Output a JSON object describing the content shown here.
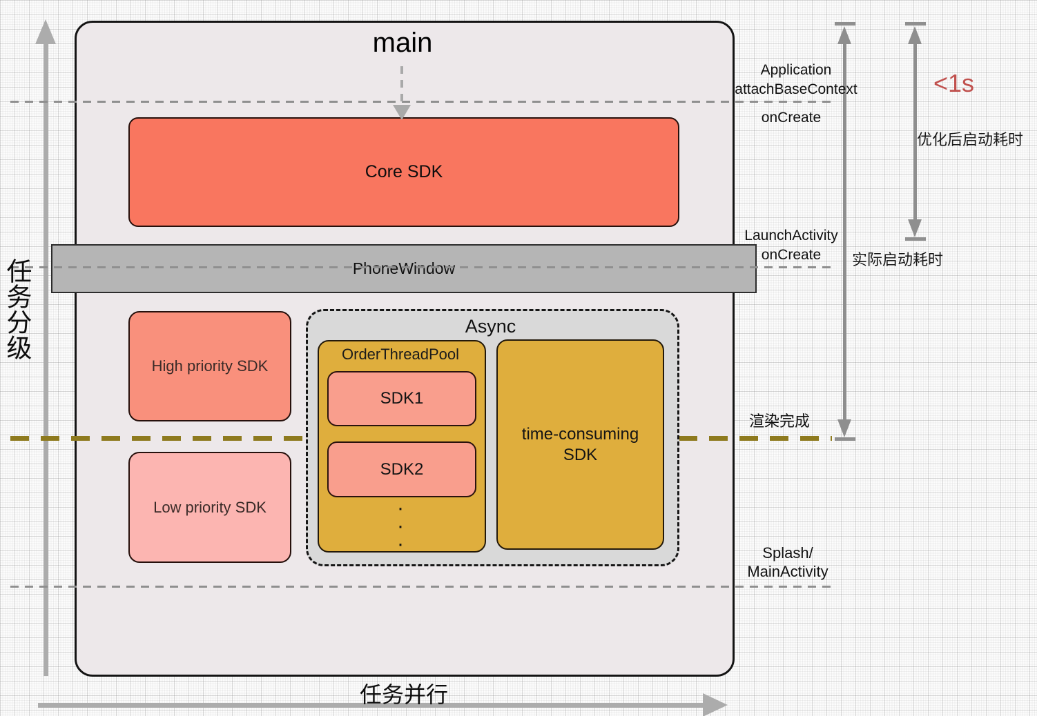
{
  "diagram": {
    "main_label": "main",
    "core_sdk": "Core SDK",
    "phone_window": "PhoneWindow",
    "high_priority_sdk": "High priority SDK",
    "low_priority_sdk": "Low priority SDK",
    "async_group": "Async",
    "order_thread_pool": "OrderThreadPool",
    "sdk1": "SDK1",
    "sdk2": "SDK2",
    "ellipsis": "·\n·\n·",
    "time_consuming_sdk": "time-consuming SDK"
  },
  "timeline": {
    "application": "Application",
    "attach_base_context": "attachBaseContext",
    "on_create_first": "onCreate",
    "launch_activity": "LaunchActivity",
    "on_create_second": "onCreate",
    "render_done": "渲染完成",
    "splash": "Splash/",
    "main_activity": "MainActivity"
  },
  "metrics": {
    "under_one_second": "<1s",
    "optimized_startup_time": "优化后启动耗时",
    "actual_startup_time": "实际启动耗时"
  },
  "axes": {
    "vertical_label": "任务分级",
    "horizontal_label": "任务并行"
  },
  "colors": {
    "core_sdk": "#F9765F",
    "high_priority": "#F9907C",
    "low_priority": "#FCB5B1",
    "sdk_item": "#F99E8D",
    "gold_block": "#DFAE3D",
    "async_background": "#D9D9D9",
    "phone_window_bar": "#B5B5B5",
    "container_background": "#EDE8EA",
    "olive_dash": "#8E7A1E",
    "gray_dash": "#8F8F8F",
    "axis_gray": "#ACACAC",
    "metric_red": "#C0504D"
  }
}
